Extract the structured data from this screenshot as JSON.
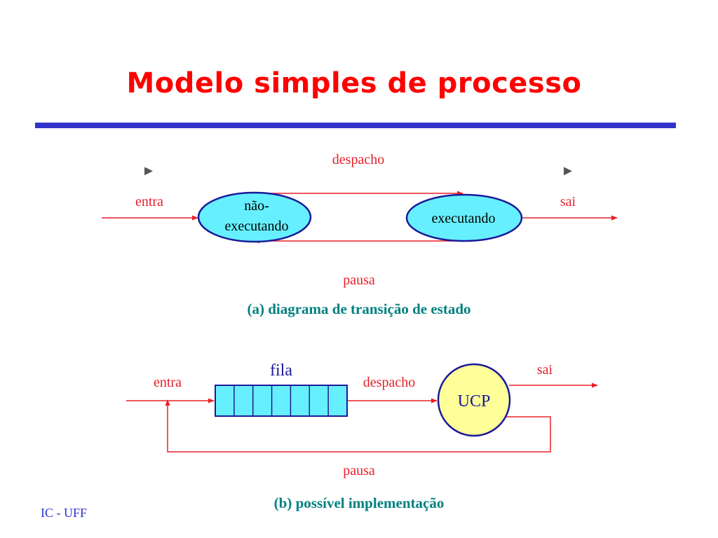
{
  "header": {
    "title": "Modelo simples de processo"
  },
  "diagram_a": {
    "dispatch_label": "despacho",
    "enter_label": "entra",
    "exit_label": "sai",
    "pause_label": "pausa",
    "state_not_running_line1": "não-",
    "state_not_running_line2": "executando",
    "state_running": "executando",
    "caption": "(a) diagrama de transição de estado",
    "marker_glyph": "►"
  },
  "diagram_b": {
    "queue_label": "fila",
    "enter_label": "entra",
    "dispatch_label": "despacho",
    "cpu_label": "UCP",
    "exit_label": "sai",
    "pause_label": "pausa",
    "caption": "(b) possível implementação",
    "queue_slots": 7
  },
  "footer": {
    "text": "IC - UFF"
  },
  "colors": {
    "title": "#ff0000",
    "rule": "#3333cc",
    "arrow": "#e8202a",
    "caption": "#008080",
    "state_fill": "#66f0ff",
    "state_stroke": "#1a1a99",
    "cpu_fill": "#ffff99",
    "footer": "#3333cc"
  }
}
